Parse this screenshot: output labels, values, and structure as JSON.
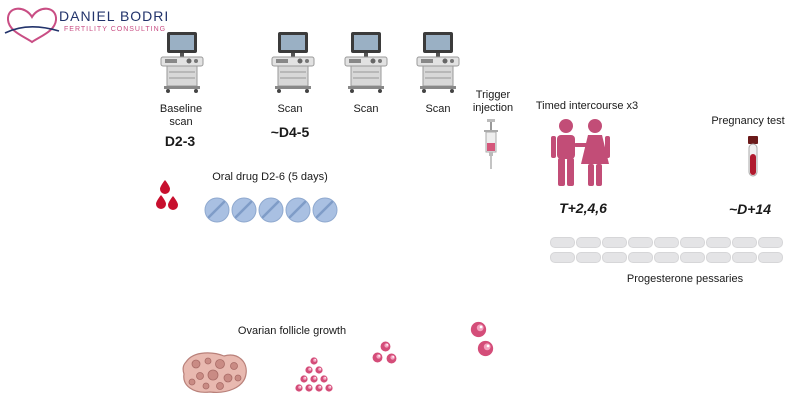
{
  "logo": {
    "name": "DANIEL BODRI",
    "subtitle": "FERTILITY CONSULTING",
    "colors": {
      "navy": "#22336b",
      "pink": "#c94e84"
    }
  },
  "scans": [
    {
      "label": "Baseline scan",
      "day": "D2-3"
    },
    {
      "label": "Scan",
      "day": "~D4-5"
    },
    {
      "label": "Scan"
    },
    {
      "label": "Scan"
    }
  ],
  "trigger": {
    "label": "Trigger injection"
  },
  "intercourse": {
    "label": "Timed intercourse x3",
    "day": "T+2,4,6"
  },
  "pregnancy": {
    "label": "Pregnancy test",
    "day": "~D+14"
  },
  "oral_drug": {
    "label": "Oral drug D2-6 (5 days)",
    "tablet_count": 5
  },
  "progesterone": {
    "label": "Progesterone pessaries",
    "pessary_rows": 2,
    "pessaries_per_row": 9
  },
  "ovarian": {
    "label": "Ovarian follicle growth"
  },
  "colors": {
    "blood": "#c8102e",
    "couple": "#c24d77",
    "tablet": "#a9c0e2",
    "pessary": "#e4e4e6",
    "follicle": "#d44d79"
  },
  "icons": [
    "heart-logo-icon",
    "ultrasound-machine-icon",
    "syringe-icon",
    "couple-icon",
    "blood-tube-icon",
    "blood-drops-icon",
    "tablet-icon",
    "pessary-icon",
    "ovary-icon",
    "follicle-icon"
  ]
}
